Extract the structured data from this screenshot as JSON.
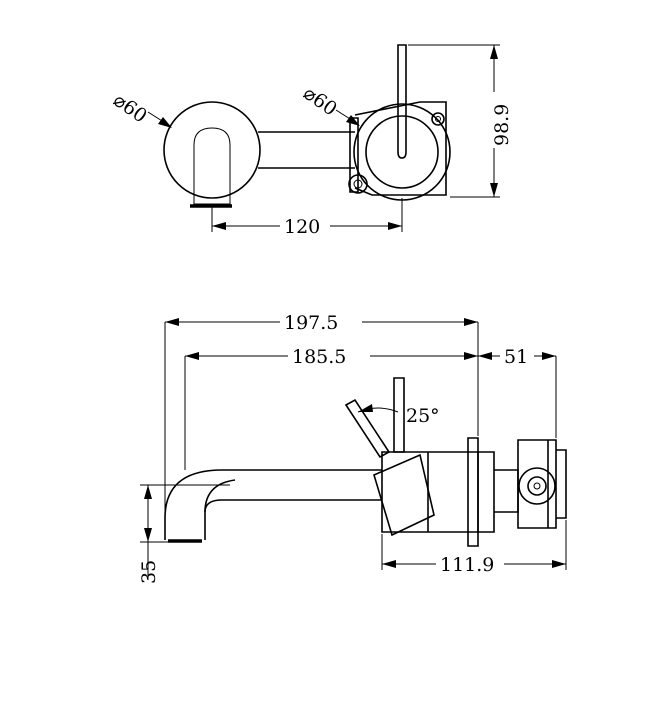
{
  "top_view": {
    "spout_diameter": "⌀60",
    "mixer_diameter": "⌀60",
    "spacing": "120",
    "height": "98.9"
  },
  "side_view": {
    "overall_length": "197.5",
    "spout_length": "185.5",
    "wall_depth": "51",
    "handle_angle": "25°",
    "body_length": "111.9",
    "spout_height": "35"
  },
  "colors": {
    "line": "#000000",
    "background": "#ffffff"
  }
}
